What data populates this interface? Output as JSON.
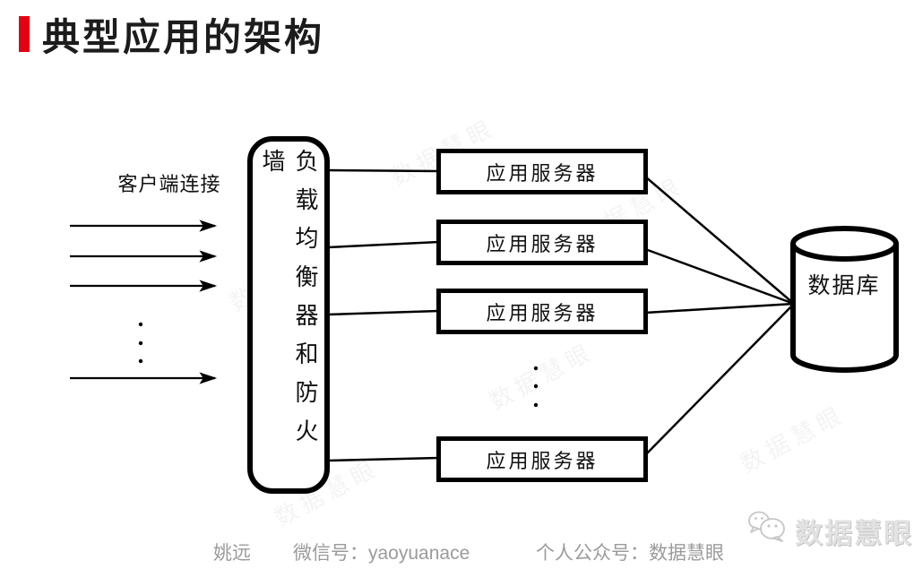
{
  "header": {
    "title": "典型应用的架构",
    "accent_color": "#e60012"
  },
  "diagram": {
    "client_label": "客户端连接",
    "load_balancer_label": "负载均衡器和防火墙",
    "app_servers": [
      {
        "label": "应用服务器"
      },
      {
        "label": "应用服务器"
      },
      {
        "label": "应用服务器"
      },
      {
        "label": "应用服务器"
      }
    ],
    "database_label": "数据库",
    "line_color": "#000000"
  },
  "footer": {
    "author": "姚远",
    "wechat": "微信号：yaoyuanace",
    "public_account": "个人公众号：数据慧眼",
    "logo_text": "数据慧眼"
  },
  "watermark": "数据慧眼"
}
